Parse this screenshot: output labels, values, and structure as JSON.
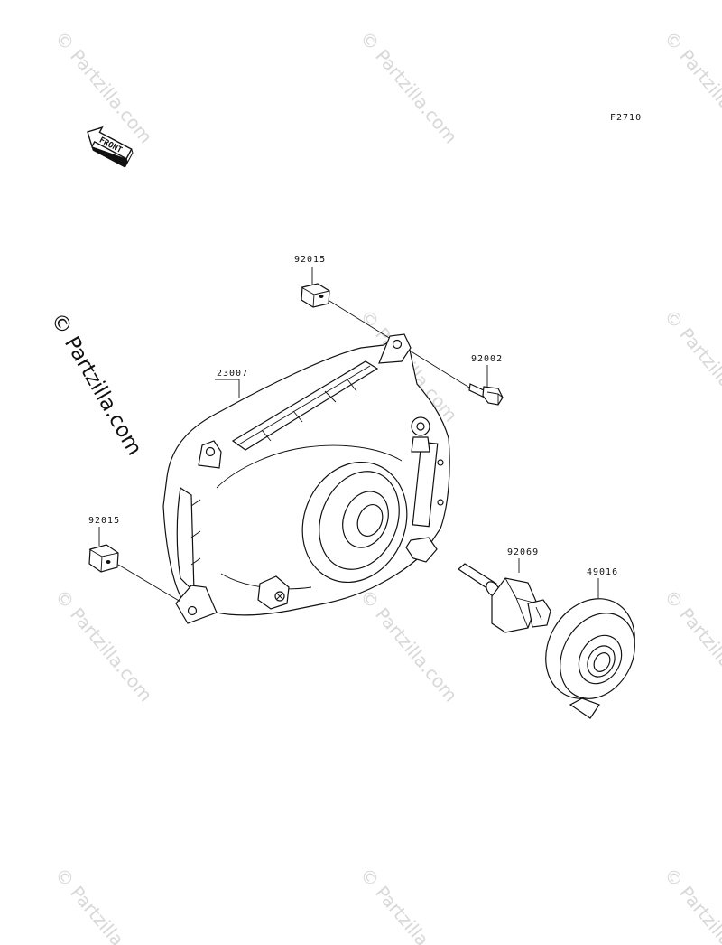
{
  "figure_code": "F2710",
  "front_label": "FRONT",
  "watermark_main": "© Partzilla.com",
  "watermark_faint": "© Partzilla.com",
  "parts": {
    "clip_top": "92015",
    "bolt": "92002",
    "headlight_housing": "23007",
    "clip_left": "92015",
    "bulb": "92069",
    "cover": "49016"
  }
}
